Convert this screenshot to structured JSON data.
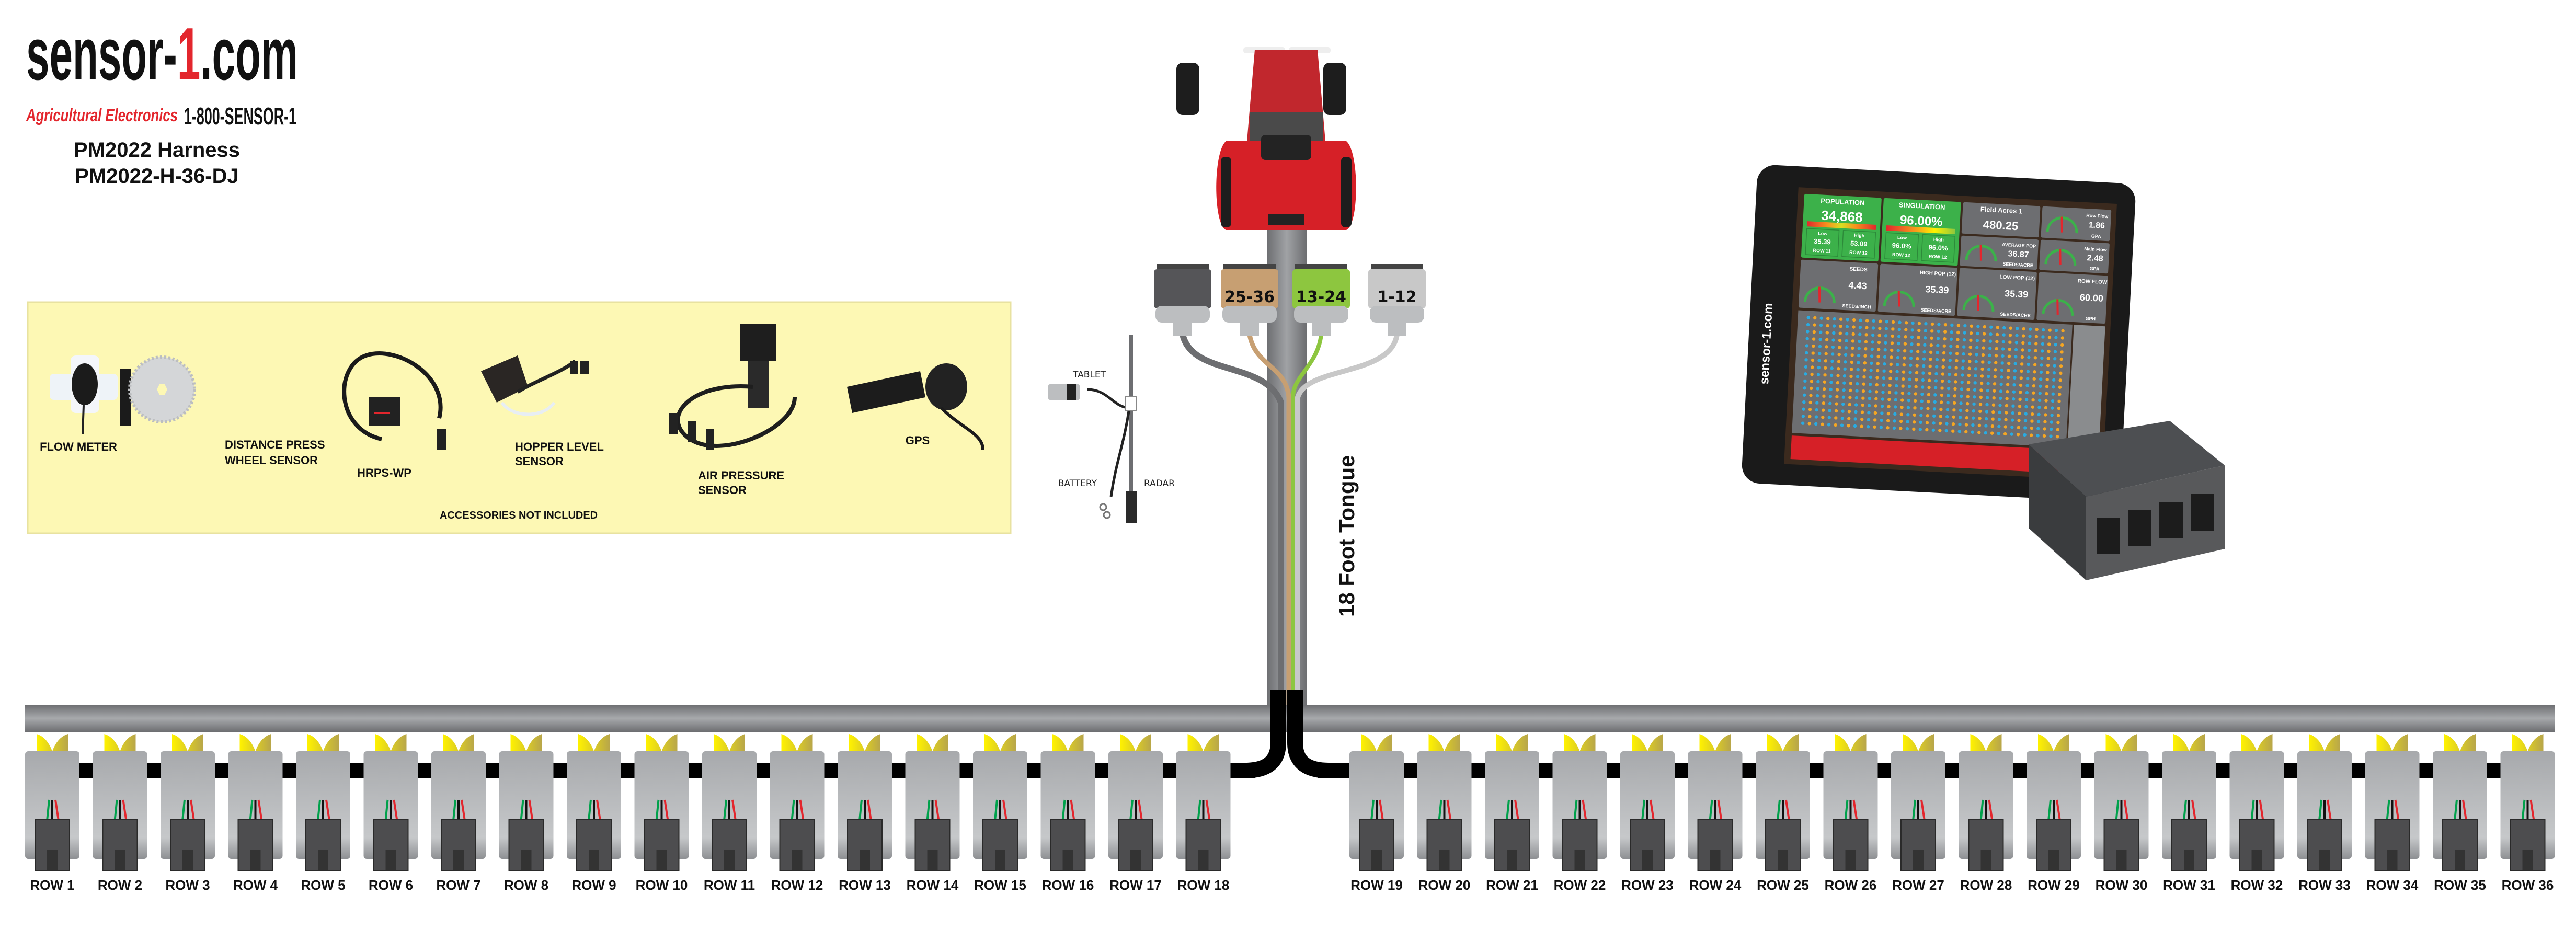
{
  "logo": {
    "brand_pre": "sensor-",
    "brand_one": "1",
    "brand_post": ".com",
    "tagline": "Agricultural Electronics",
    "phone": "1-800-SENSOR-1"
  },
  "title": {
    "line1": "PM2022 Harness",
    "line2": "PM2022-H-36-DJ"
  },
  "accessories": {
    "items": [
      {
        "line1": "FLOW METER",
        "line2": ""
      },
      {
        "line1": "DISTANCE PRESS",
        "line2": "WHEEL SENSOR"
      },
      {
        "line1": "HRPS-WP",
        "line2": ""
      },
      {
        "line1": "HOPPER LEVEL",
        "line2": "SENSOR"
      },
      {
        "line1": "AIR PRESSURE",
        "line2": "SENSOR"
      },
      {
        "line1": "GPS",
        "line2": ""
      }
    ],
    "note": "ACCESSORIES NOT INCLUDED"
  },
  "connectors": [
    {
      "label": "",
      "color": "#555558"
    },
    {
      "label": "25-36",
      "color": "#c79f72"
    },
    {
      "label": "13-24",
      "color": "#8dc63f"
    },
    {
      "label": "1-12",
      "color": "#c8c8c8"
    }
  ],
  "power": {
    "tablet": "TABLET",
    "battery": "BATTERY",
    "radar": "RADAR"
  },
  "tongue_label": "18 Foot Tongue",
  "tablet": {
    "brand": "sensor-1.com",
    "population": {
      "title": "POPULATION",
      "value": "34,868",
      "low_label": "Low",
      "low_value": "35.39",
      "low_row": "ROW 11",
      "high_label": "High",
      "high_value": "53.09",
      "high_row": "ROW 12"
    },
    "singulation": {
      "title": "SINGULATION",
      "value": "96.00%",
      "low_label": "Low",
      "low_value": "96.0%",
      "low_row": "ROW 12",
      "high_label": "High",
      "high_value": "96.0%",
      "high_row": "ROW 12"
    },
    "field": {
      "title": "Field Acres 1",
      "value": "480.25"
    },
    "row_flow": {
      "title": "Row Flow",
      "value": "1.86",
      "unit": "GPA"
    },
    "main_flow": {
      "title": "Main Flow",
      "value": "2.48",
      "unit": "GPA"
    },
    "avg_pop": {
      "title": "AVERAGE POP",
      "value": "36.87",
      "unit": "SEEDS/ACRE"
    },
    "seeds": {
      "title": "SEEDS",
      "value": "4.43",
      "unit": "SEEDS/INCH"
    },
    "high_pop": {
      "title": "HIGH POP (12)",
      "value": "35.39",
      "unit": "SEEDS/ACRE"
    },
    "low_pop": {
      "title": "LOW POP (12)",
      "value": "35.39",
      "unit": "SEEDS/ACRE"
    },
    "row_flow_gph": {
      "title": "ROW FLOW",
      "value": "60.00",
      "unit": "GPH"
    }
  },
  "rows_left": [
    "ROW 1",
    "ROW 2",
    "ROW 3",
    "ROW 4",
    "ROW 5",
    "ROW 6",
    "ROW 7",
    "ROW 8",
    "ROW 9",
    "ROW 10",
    "ROW 11",
    "ROW 12",
    "ROW 13",
    "ROW 14",
    "ROW 15",
    "ROW 16",
    "ROW 17",
    "ROW 18"
  ],
  "rows_right": [
    "ROW 19",
    "ROW 20",
    "ROW 21",
    "ROW 22",
    "ROW 23",
    "ROW 24",
    "ROW 25",
    "ROW 26",
    "ROW 27",
    "ROW 28",
    "ROW 29",
    "ROW 30",
    "ROW 31",
    "ROW 32",
    "ROW 33",
    "ROW 34",
    "ROW 35",
    "ROW 36"
  ],
  "colors": {
    "accent_red": "#e3262d",
    "tractor_red": "#d62027",
    "panel_yellow": "#fdf8b4",
    "screen_green": "#3cb14a"
  }
}
